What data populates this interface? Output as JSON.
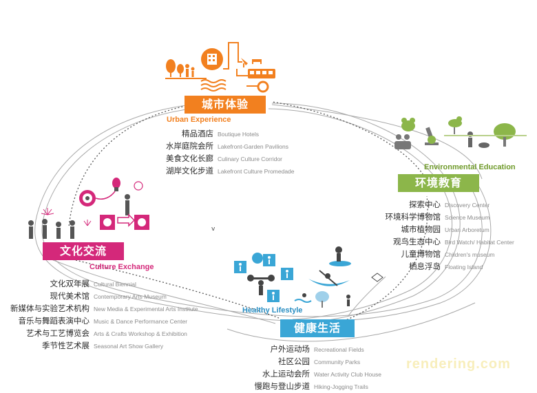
{
  "colors": {
    "urban": "#f2801f",
    "environment": "#8cb64a",
    "culture": "#d4287a",
    "health": "#3aa6d6",
    "path_line": "#9a9a9a",
    "dotted": "#555555"
  },
  "icons": {
    "urban": [
      "family-icon",
      "tree-icon",
      "hotel-building-icon",
      "wine-glass-icon",
      "bed-icon",
      "bus-icon",
      "lifebuoy-icon",
      "water-waves-icon"
    ],
    "environment": [
      "frog-icon",
      "reading-children-icon",
      "microscope-icon",
      "bird-icon",
      "dog-walker-icon",
      "tree-icon"
    ],
    "culture": [
      "crowd-dancing-icon",
      "fireworks-icon",
      "lightbulb-icon",
      "target-icon",
      "thinking-person-icon",
      "theatre-masks-icon",
      "exchange-arrows-icon"
    ],
    "health": [
      "sports-pictogram-icon",
      "weightlifter-icon",
      "kayak-icon",
      "surfer-icon",
      "swimmer-icon",
      "kite-icon",
      "tree-icon"
    ]
  },
  "small_mark": "v",
  "watermark": "rendering.com",
  "urban": {
    "title": "城市体验",
    "subtitle": "Urban Experience",
    "items": [
      {
        "zh": "精品酒店",
        "en": "Boutique Hotels"
      },
      {
        "zh": "水岸庭院会所",
        "en": "Lakefront-Garden Pavilions"
      },
      {
        "zh": "美食文化长廊",
        "en": "Culinary Culture Corridor"
      },
      {
        "zh": "湖岸文化步道",
        "en": "Lakefront Culture Promedade"
      }
    ]
  },
  "environment": {
    "title": "环境教育",
    "subtitle": "Environmental Education",
    "items": [
      {
        "zh": "探索中心",
        "en": "Discovery Center"
      },
      {
        "zh": "环境科学博物馆",
        "en": "Science Museum"
      },
      {
        "zh": "城市植物园",
        "en": "Urban Arboretum"
      },
      {
        "zh": "观鸟生态中心",
        "en": "Bird Watch/ Habitat Center"
      },
      {
        "zh": "儿童博物馆",
        "en": "Children's museum"
      },
      {
        "zh": "栖息浮岛",
        "en": "Floating Island"
      }
    ]
  },
  "culture": {
    "title": "文化交流",
    "subtitle": "Culture Exchange",
    "items": [
      {
        "zh": "文化双年展",
        "en": "Cultural Biennial"
      },
      {
        "zh": "现代美术馆",
        "en": "Contemporary Arts Museum"
      },
      {
        "zh": "新媒体与实验艺术机构",
        "en": "New Media & Experimental Arts Institute"
      },
      {
        "zh": "音乐与舞蹈表演中心",
        "en": "Music & Dance Performance Center"
      },
      {
        "zh": "艺术与工艺博览会",
        "en": "Arts & Crafts Workshop & Exhibition"
      },
      {
        "zh": "季节性艺术展",
        "en": "Seasonal Art Show Gallery"
      }
    ]
  },
  "health": {
    "title": "健康生活",
    "subtitle": "Healthy Lifestyle",
    "items": [
      {
        "zh": "户外运动场",
        "en": "Recreational Fields"
      },
      {
        "zh": "社区公园",
        "en": "Community Parks"
      },
      {
        "zh": "水上运动会所",
        "en": "Water Activity Club House"
      },
      {
        "zh": "慢跑与登山步道",
        "en": "Hiking-Jogging Trails"
      }
    ]
  }
}
